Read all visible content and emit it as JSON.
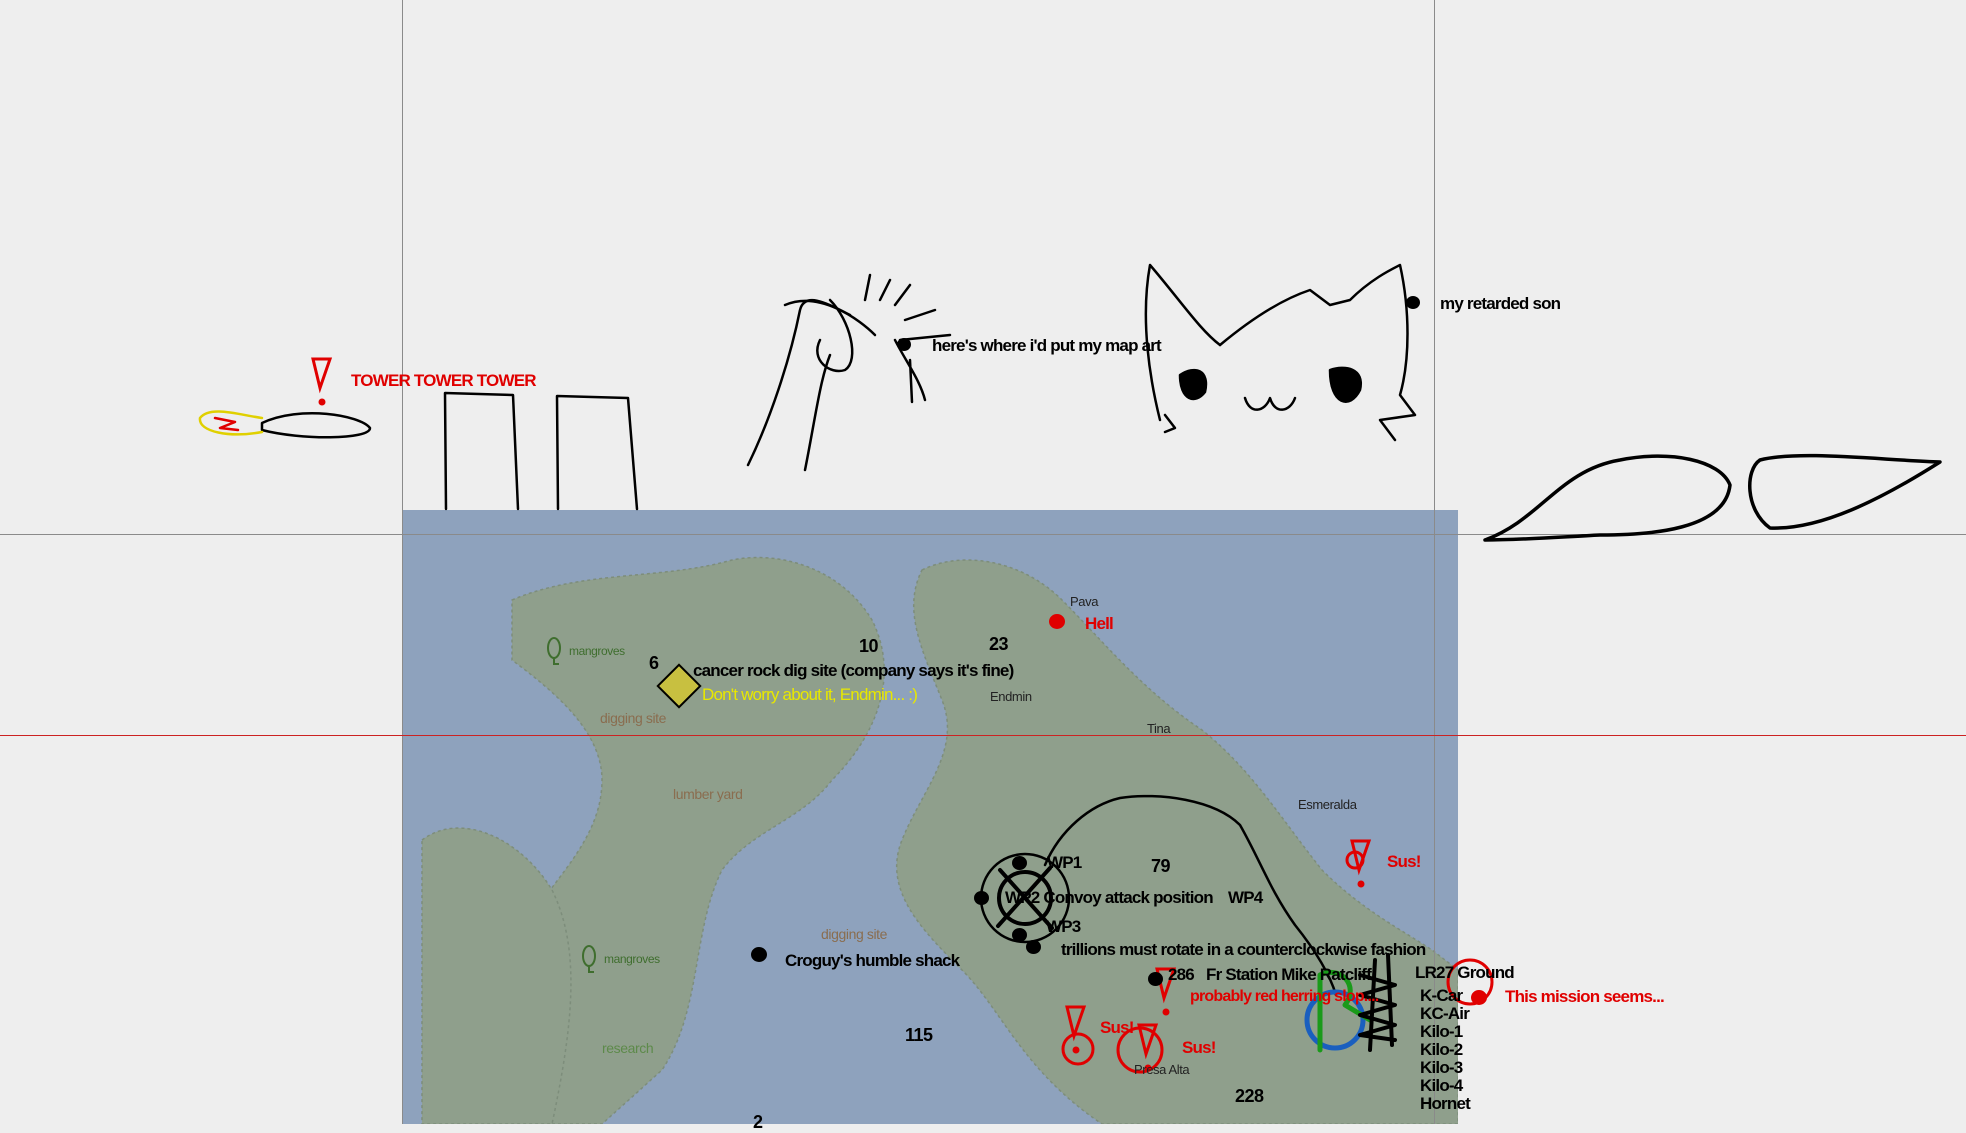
{
  "drawing_labels": {
    "tower": "TOWER TOWER TOWER",
    "map_art": "here's where i'd put my map art",
    "son": "my retarded son"
  },
  "map_places": {
    "pava": "Pava",
    "tina": "Tina",
    "esmeralda": "Esmeralda",
    "presa_alta": "Presa Alta",
    "mangroves_1": "mangroves",
    "mangroves_2": "mangroves",
    "digging_site_1": "digging site",
    "digging_site_2": "digging site",
    "lumber_yard": "lumber yard",
    "research": "research"
  },
  "grid_numbers": [
    "6",
    "10",
    "23",
    "79",
    "115",
    "228",
    "2"
  ],
  "markers": {
    "hell": "Hell",
    "cancer_rock": "cancer rock dig site (company says it's fine)",
    "dont_worry": "Don't worry about it, Endmin... :)",
    "endmin": "Endmin",
    "wp1": "WP1",
    "wp2": "WP2 Convoy attack position",
    "wp4": "WP4",
    "wp3": "WP3",
    "trillions": "trillions must rotate in a counterclockwise fashion",
    "croguy": "Croguy's humble shack",
    "station_num": "286",
    "station": "Fr Station Mike Ratcliff",
    "red_herring": "probably red herring slop....",
    "sus_1": "Sus!",
    "sus_2": "Sus!",
    "sus_3": "Sus!",
    "mission": "This mission seems...",
    "lr27": "LR27 Ground",
    "callsigns": [
      "K-Car",
      "KC-Air",
      "Kilo-1",
      "Kilo-2",
      "Kilo-3",
      "Kilo-4",
      "Hornet"
    ]
  },
  "colors": {
    "red": "#e00000",
    "yellow": "#e8e800",
    "map_water": "#8ea2bd",
    "page_bg": "#eeeeee"
  }
}
